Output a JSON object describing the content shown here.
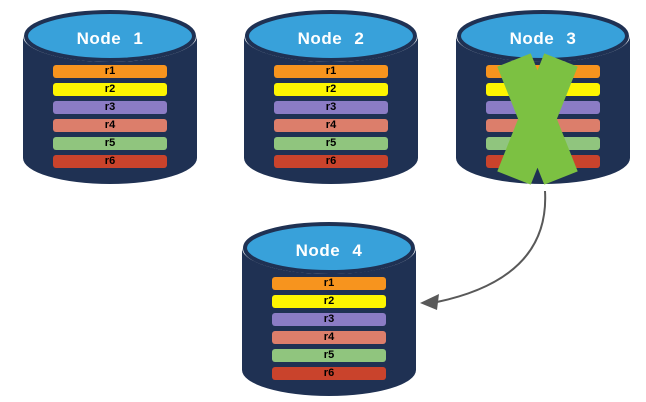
{
  "colors": {
    "background": "#FFFFFF",
    "cylinder_body": "#1F3153",
    "cylinder_top": "#38A1DA",
    "title_text": "#FFFFFF",
    "bar_text": "#000000",
    "failure_x": "#7CC142",
    "arrow": "#595959"
  },
  "replicas": [
    {
      "label": "r1",
      "color": "#F7941E"
    },
    {
      "label": "r2",
      "color": "#FDF500"
    },
    {
      "label": "r3",
      "color": "#8B7CC5"
    },
    {
      "label": "r4",
      "color": "#DC7E6B"
    },
    {
      "label": "r5",
      "color": "#90C57E"
    },
    {
      "label": "r6",
      "color": "#C9432C"
    }
  ],
  "nodes": [
    {
      "title": "Node 1",
      "failed": false
    },
    {
      "title": "Node 2",
      "failed": false
    },
    {
      "title": "Node 3",
      "failed": true
    },
    {
      "title": "Node 4",
      "failed": false
    }
  ],
  "icons": {
    "failure": "green-x-mark",
    "transfer": "curved-arrow-to-node-4"
  }
}
